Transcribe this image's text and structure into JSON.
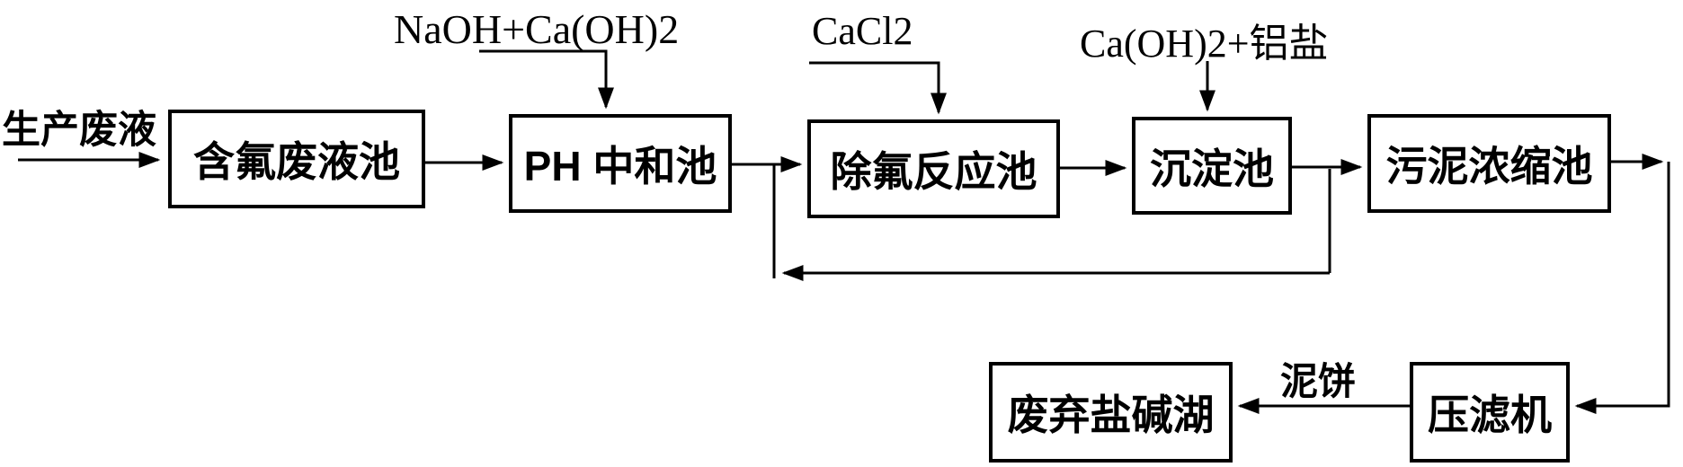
{
  "diagram": {
    "title_implicit": "含氟废液处理工艺流程",
    "input_label": "生产废液",
    "nodes": {
      "hanfu": {
        "label": "含氟废液池"
      },
      "ph": {
        "label": "PH 中和池"
      },
      "chufu": {
        "label": "除氟反应池"
      },
      "chendian": {
        "label": "沉淀池"
      },
      "wuni": {
        "label": "污泥浓缩池"
      },
      "feiqi": {
        "label": "废弃盐碱湖"
      },
      "yalv": {
        "label": "压滤机"
      }
    },
    "reagents": {
      "naoh": "NaOH+Ca(OH)2",
      "cacl2": "CaCl2",
      "caoh_al": "Ca(OH)2+铝盐"
    },
    "edge_labels": {
      "mud_cake": "泥饼"
    },
    "edges": [
      "生产废液 → 含氟废液池",
      "含氟废液池 → PH 中和池",
      "NaOH+Ca(OH)2 → PH 中和池",
      "PH 中和池 → 除氟反应池",
      "CaCl2 → 除氟反应池",
      "除氟反应池 → 沉淀池",
      "Ca(OH)2+铝盐 → 沉淀池",
      "沉淀池 → 污泥浓缩池",
      "沉淀池/污泥浓缩池间回流 → 除氟反应池进口",
      "污泥浓缩池 → 压滤机",
      "压滤机 →(泥饼)→ 废弃盐碱湖"
    ],
    "colors": {
      "line": "#000000",
      "background": "#ffffff"
    }
  }
}
